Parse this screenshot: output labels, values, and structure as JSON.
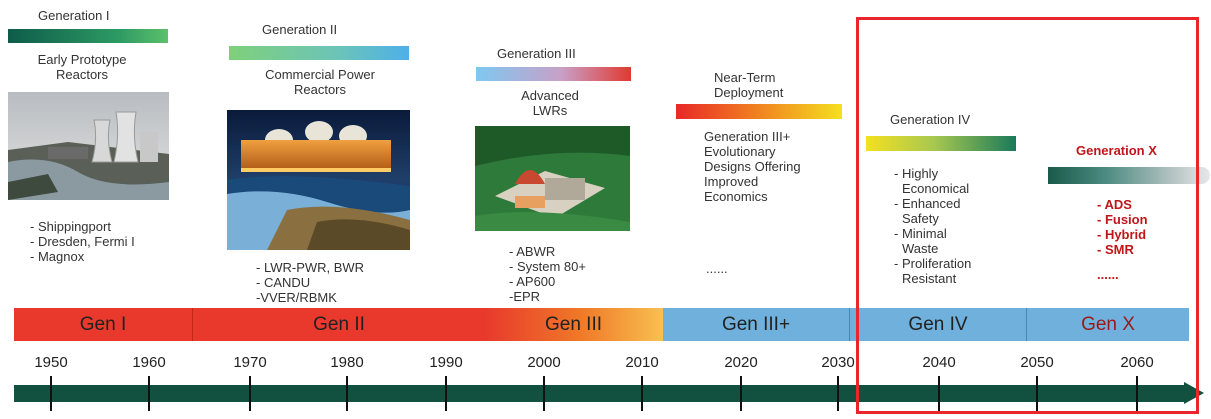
{
  "generations": [
    {
      "title": "Generation I",
      "subtitle": [
        "Early Prototype",
        "Reactors"
      ],
      "examples": [
        "- Shippingport",
        "- Dresden, Fermi I",
        "- Magnox"
      ]
    },
    {
      "title": "Generation II",
      "subtitle": [
        "Commercial Power",
        "Reactors"
      ],
      "examples": [
        "- LWR-PWR, BWR",
        "- CANDU",
        "-VVER/RBMK"
      ]
    },
    {
      "title": "Generation III",
      "subtitle": [
        "Advanced",
        "LWRs"
      ],
      "examples": [
        "- ABWR",
        "- System 80+",
        "- AP600",
        "-EPR"
      ]
    },
    {
      "title": [
        "Near-Term",
        "Deployment"
      ],
      "subtitle": [
        "Generation III+",
        "Evolutionary",
        "Designs Offering",
        "Improved",
        "Economics"
      ],
      "examples": [
        "......"
      ]
    },
    {
      "title": "Generation IV",
      "examples": [
        "- Highly",
        "  Economical",
        "- Enhanced",
        "  Safety",
        "- Minimal",
        "  Waste",
        "- Proliferation",
        "  Resistant"
      ]
    },
    {
      "title": "Generation X",
      "examples": [
        "- ADS",
        "- Fusion",
        "- Hybrid",
        "- SMR",
        "......"
      ]
    }
  ],
  "eras": [
    "Gen I",
    "Gen II",
    "Gen III",
    "Gen III+",
    "Gen IV",
    "Gen X"
  ],
  "years": [
    "1950",
    "1960",
    "1970",
    "1980",
    "1990",
    "2000",
    "2010",
    "2020",
    "2030",
    "2040",
    "2050",
    "2060"
  ],
  "colors": {
    "highlight_box": "#e8262c",
    "timeline_arrow": "#12503f",
    "gen_x_label": "#c0161a",
    "era_red": "#e8392c",
    "era_blue": "#6fb0dc"
  }
}
